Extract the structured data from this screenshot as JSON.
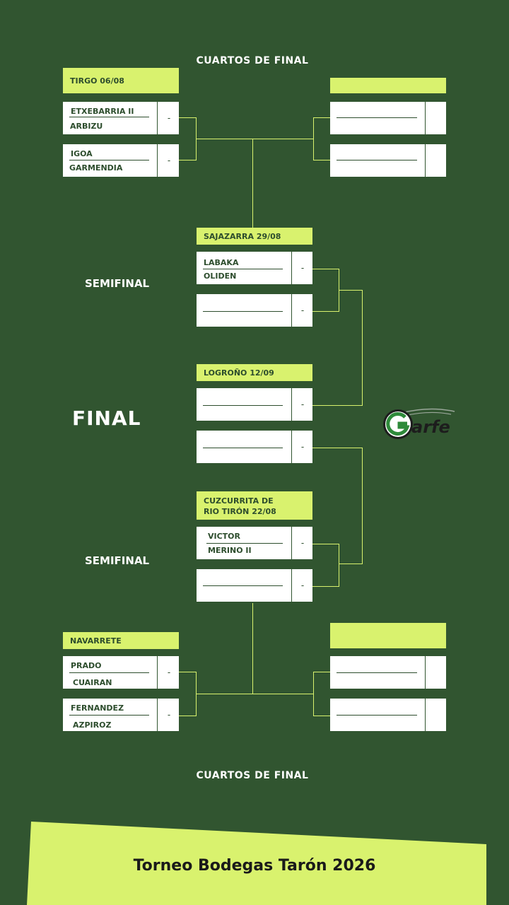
{
  "quarterfinals_label": "CUARTOS DE FINAL",
  "semifinal_label": "SEMIFINAL",
  "final_label": "FINAL",
  "top_left_venue": "TIRGO 06/08",
  "top_left_match1": {
    "p1": "ETXEBARRIA II",
    "p2": "ARBIZU",
    "score": "-"
  },
  "top_left_match2": {
    "p1": "IGOA",
    "p2": "GARMENDIA",
    "score": "-"
  },
  "semi1_venue": "SAJAZARRA   29/08",
  "semi1_match1": {
    "p1": "LABAKA",
    "p2": "OLIDEN",
    "score": "-"
  },
  "semi1_match2": {
    "score": "-"
  },
  "final_venue": "LOGROÑO 12/09",
  "final_match1": {
    "score": "-"
  },
  "final_match2": {
    "score": "-"
  },
  "semi2_venue_line1": "CUZCURRITA DE",
  "semi2_venue_line2": "RIO TIRÓN 22/08",
  "semi2_match1": {
    "p1": "VICTOR",
    "p2": "MERINO II",
    "score": "-"
  },
  "semi2_match2": {
    "score": "-"
  },
  "bottom_left_venue": "NAVARRETE",
  "bottom_left_match1": {
    "p1": "PRADO",
    "p2": "CUAIRAN",
    "score": "-"
  },
  "bottom_left_match2": {
    "p1": "FERNANDEZ",
    "p2": "AZPIROZ",
    "score": "-"
  },
  "logo_text": "arfe",
  "banner_title": "Torneo Bodegas Tarón 2026",
  "colors": {
    "background": "#315530",
    "accent": "#d9f26e",
    "box": "#ffffff",
    "text_dark": "#2d4d2d"
  }
}
